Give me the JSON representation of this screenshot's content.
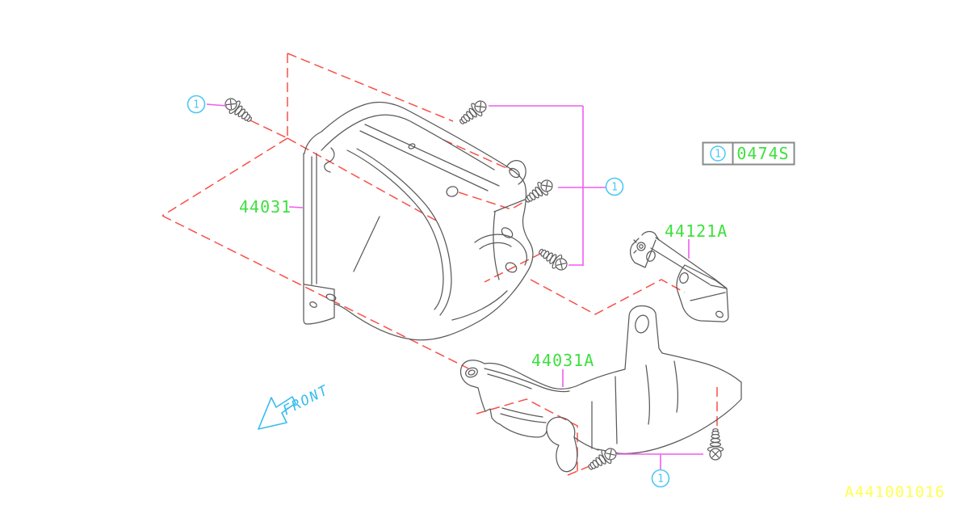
{
  "diagram": {
    "labels": {
      "main_cover": "44031",
      "bracket": "44121A",
      "lower_cover": "44031A"
    },
    "callout": {
      "ref": "1",
      "code": "0474S"
    },
    "fastener_ref": "1",
    "front_label": "FRONT",
    "drawing_code": "A441001016"
  },
  "colors": {
    "label_green": "#3ce13c",
    "leader_magenta": "#f05cf0",
    "dashed_red": "#f85048",
    "ref_cyan": "#4cc7f5",
    "code_yellow": "#ffff55",
    "line_gray": "#5a5a5a",
    "callout_border": "#8a8a8a"
  }
}
